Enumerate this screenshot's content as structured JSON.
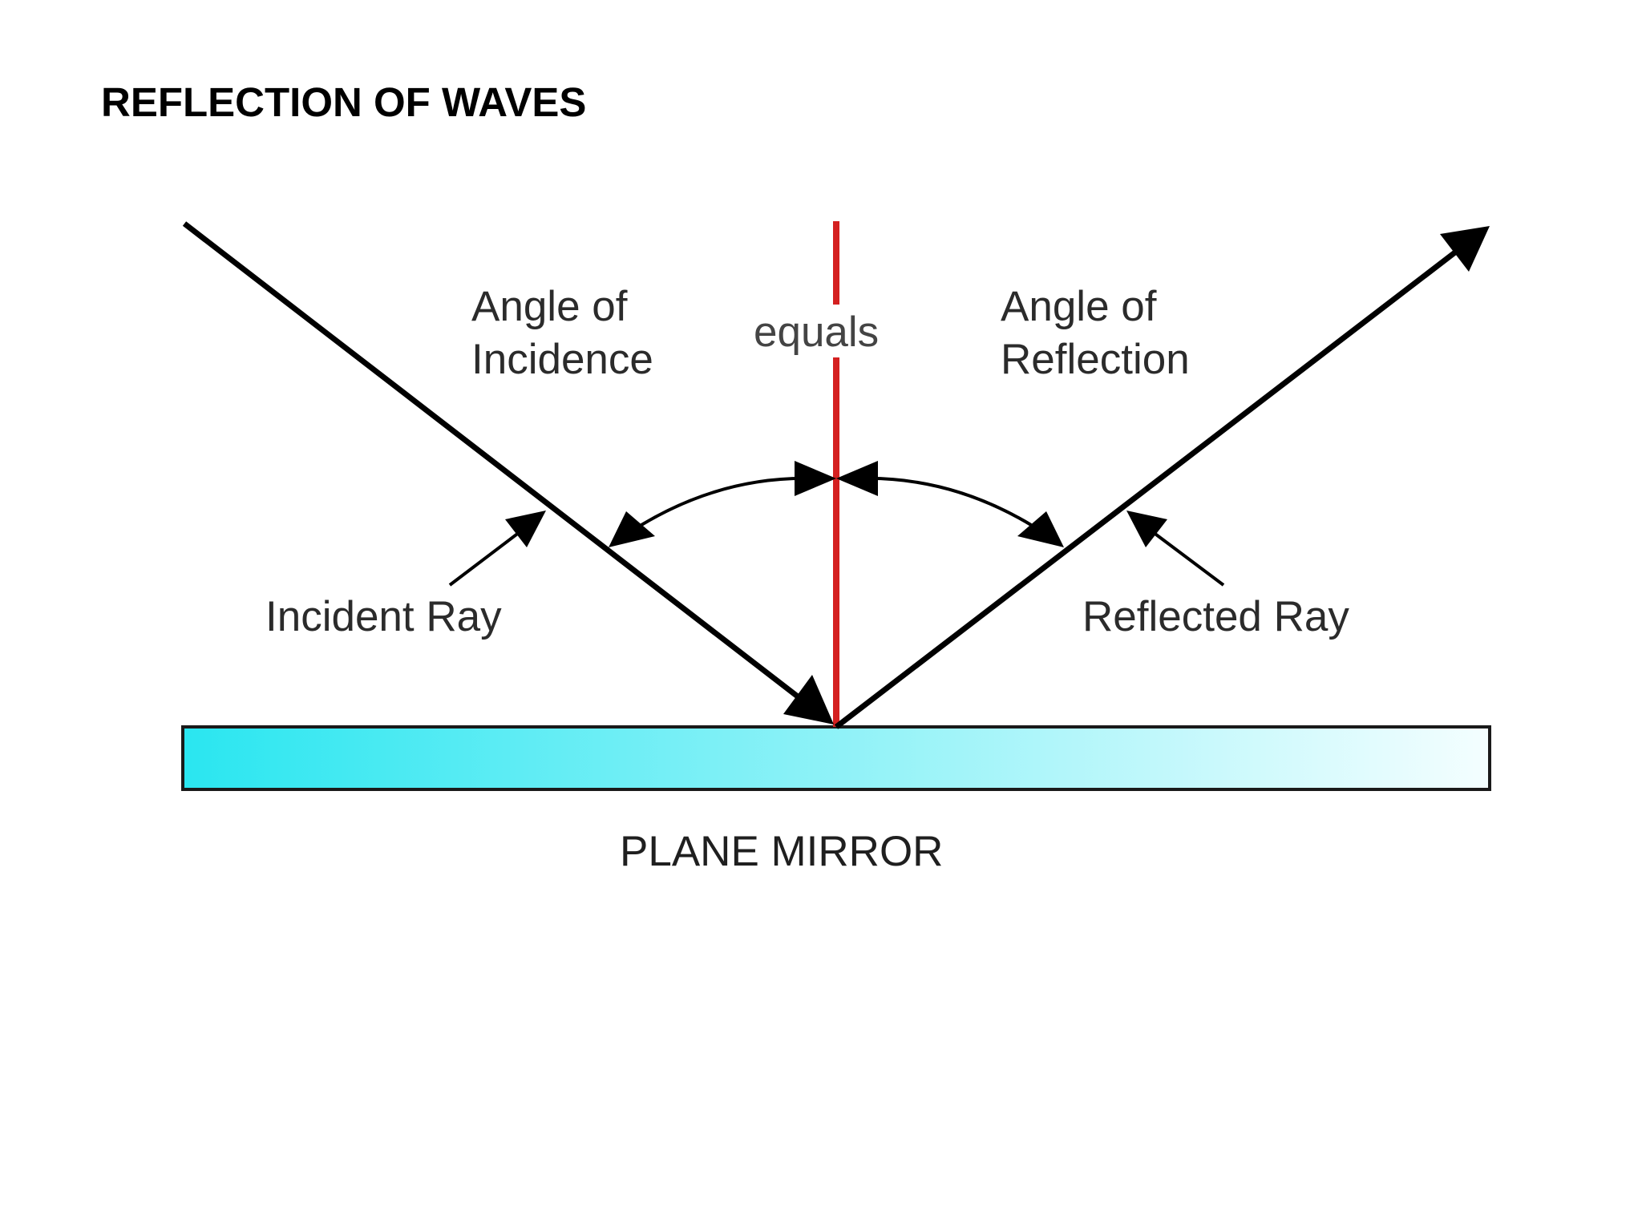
{
  "title": "REFLECTION OF WAVES",
  "diagram": {
    "labels": {
      "angle_incidence_line1": "Angle of",
      "angle_incidence_line2": "Incidence",
      "equals": "equals",
      "angle_reflection_line1": "Angle of",
      "angle_reflection_line2": "Reflection",
      "incident_ray": "Incident Ray",
      "reflected_ray": "Reflected Ray",
      "plane_mirror": "PLANE MIRROR"
    },
    "colors": {
      "ray": "#000000",
      "normal": "#d42020",
      "mirror_left": "#2ae6f0",
      "mirror_right": "#f4feff",
      "mirror_border": "#1a1a1a"
    }
  }
}
